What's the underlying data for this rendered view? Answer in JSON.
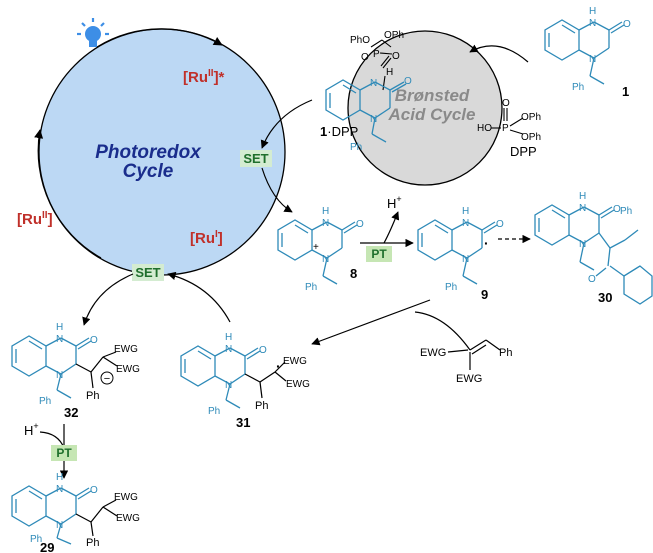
{
  "colors": {
    "photoredox_fill": "#bcd8f4",
    "bronsted_fill": "#d9d9d9",
    "ruthenium": "#c0302a",
    "set_fill": "#d4ecd1",
    "pt_fill": "#c6e6b4",
    "set_text": "#1f6f2c",
    "photoredox_text": "#1a2d8c",
    "bronsted_text": "#8a8a8a",
    "structure_teal": "#2e8ab8",
    "bulb": "#3d8ee6"
  },
  "icons": {
    "light": "light-bulb-icon"
  },
  "photoredox": {
    "line1": "Photoredox",
    "line2": "Cycle"
  },
  "bronsted": {
    "line1": "Brønsted",
    "line2": "Acid Cycle"
  },
  "ru": {
    "excited": "[Ru",
    "excited_sup": "II",
    "excited_tail": "]*",
    "ground": "[Ru",
    "ground_sup": "II",
    "ground_tail": "]",
    "reduced": "[Ru",
    "reduced_sup": "I",
    "reduced_tail": "]"
  },
  "steps": {
    "set": "SET",
    "pt": "PT"
  },
  "hplus": {
    "base": "H",
    "sup": "+"
  },
  "atoms": {
    "h": "H",
    "n": "N",
    "o": "O",
    "p": "P",
    "ph": "Ph",
    "pho": "PhO",
    "oph": "OPh",
    "ho": "HO",
    "ewg": "EWG",
    "plus": "+",
    "dot": "·",
    "minus": "−"
  },
  "compounds": {
    "c1": "1",
    "c1dpp_num": "1",
    "c1dpp_tail": "·DPP",
    "dpp": "DPP",
    "c8": "8",
    "c9": "9",
    "c30": "30",
    "c31": "31",
    "c32": "32",
    "c29": "29"
  }
}
